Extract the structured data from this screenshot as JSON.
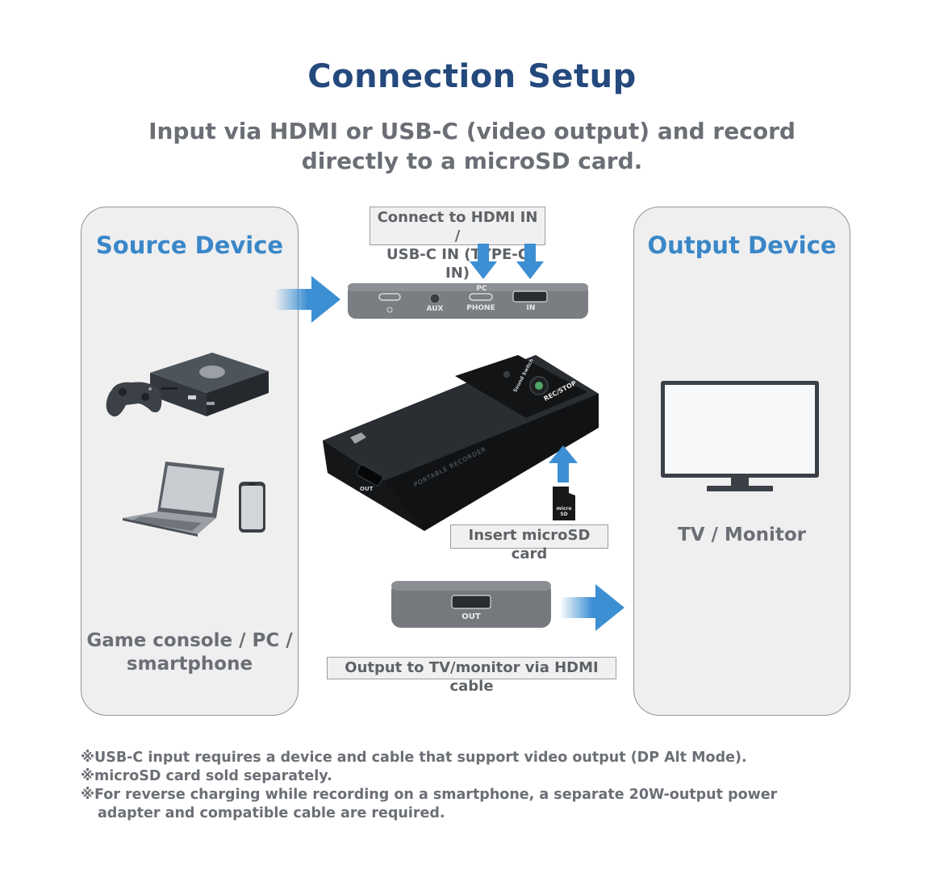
{
  "header": {
    "title": "Connection Setup",
    "subtitle_line1": "Input via HDMI or USB-C (video output) and record",
    "subtitle_line2": "directly to a microSD card."
  },
  "source_panel": {
    "title": "Source Device",
    "caption_line1": "Game console / PC /",
    "caption_line2": "smartphone"
  },
  "output_panel": {
    "title": "Output Device",
    "caption": "TV / Monitor"
  },
  "callouts": {
    "input_line1": "Connect to HDMI IN /",
    "input_line2": "USB-C IN (TYPE-C IN)",
    "microsd": "Insert microSD card",
    "output": "Output to TV/monitor via HDMI cable"
  },
  "device": {
    "port_aux": "AUX",
    "port_pc": "PC",
    "port_phone": "PHONE",
    "port_in": "IN",
    "port_out": "OUT",
    "front_out": "OUT",
    "button_rec": "REC/STOP",
    "button_sound": "Sound Switch",
    "body_text": "PORTABLE RECORDER",
    "sd_label": "micro SD"
  },
  "notes": [
    "※USB-C input requires a device and cable that support video output (DP Alt Mode).",
    "※microSD card sold separately.",
    "※For reverse charging while recording on a smartphone, a separate 20W-output power",
    "adapter and compatible cable are required."
  ],
  "colors": {
    "title": "#24497d",
    "accent_blue": "#3a87c8",
    "arrow_blue": "#3d8fd3",
    "text_gray": "#6b6f75",
    "panel_bg": "#efeff0"
  }
}
